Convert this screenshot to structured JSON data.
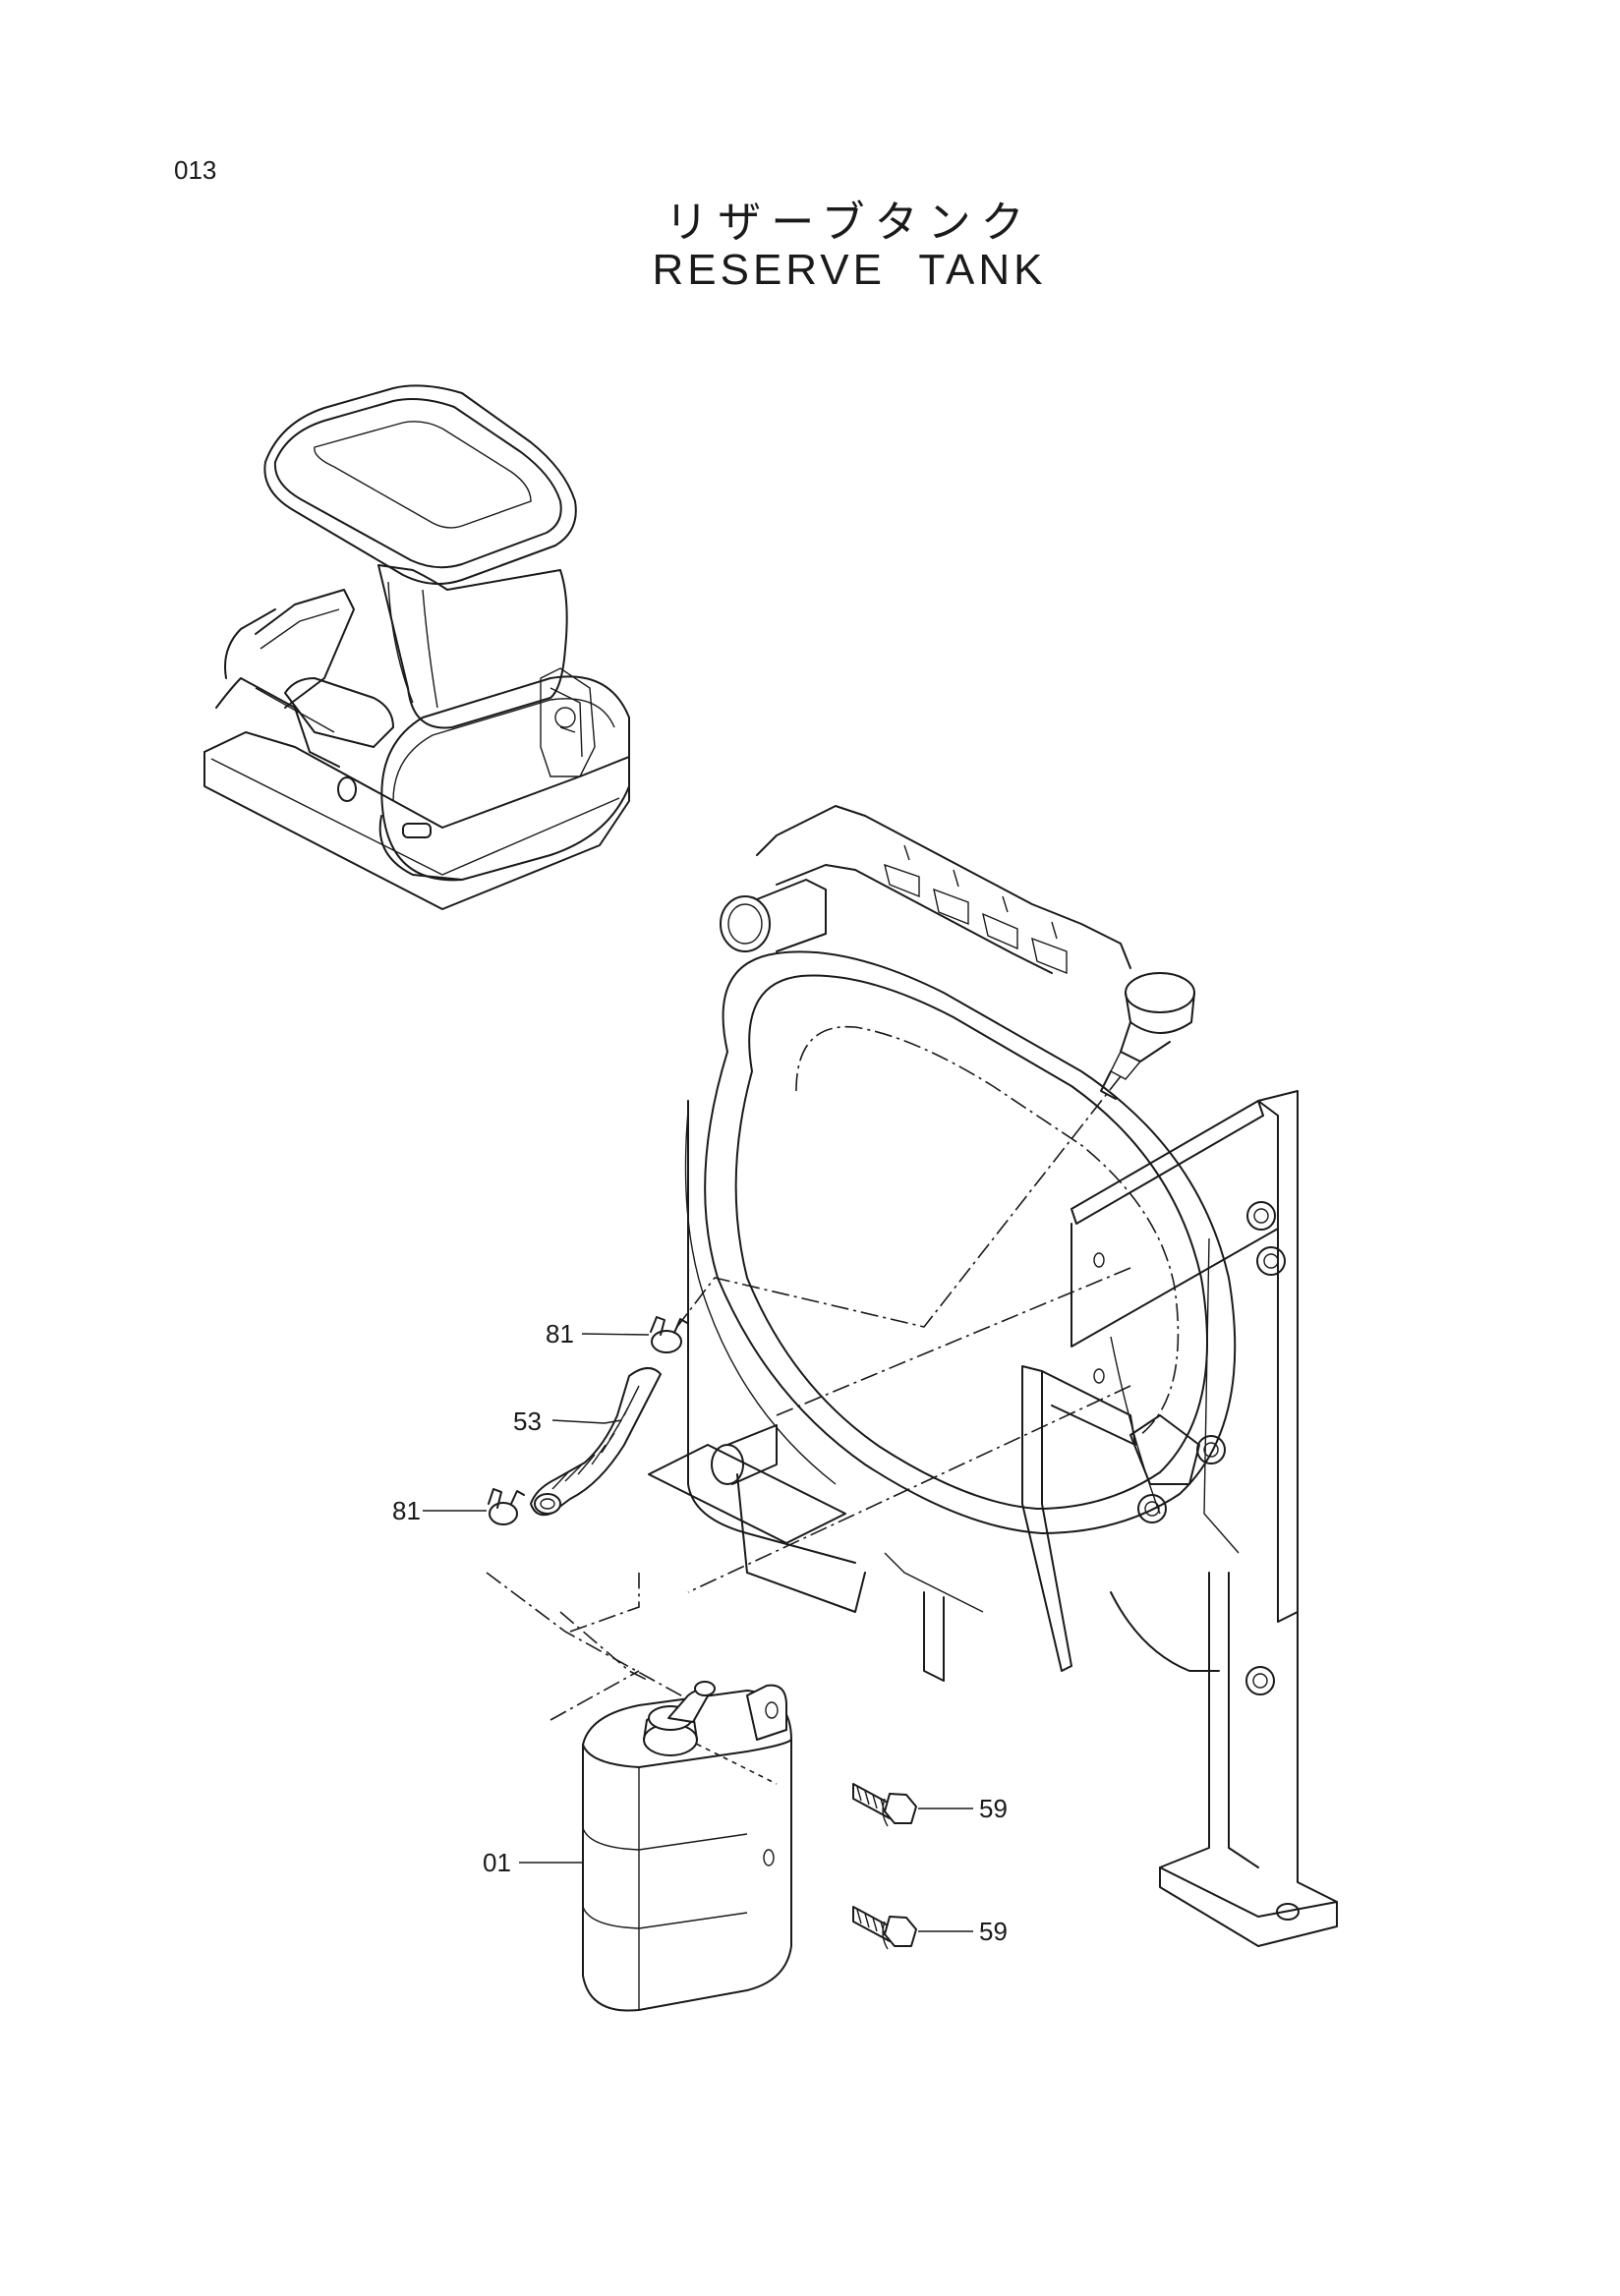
{
  "page": {
    "page_number": "013",
    "title_jp": "リザーブタンク",
    "title_en": "RESERVE TANK"
  },
  "callouts": [
    {
      "id": "clamp-upper",
      "label": "81"
    },
    {
      "id": "hose",
      "label": "53"
    },
    {
      "id": "clamp-lower",
      "label": "81"
    },
    {
      "id": "bolt-upper",
      "label": "59"
    },
    {
      "id": "tank",
      "label": "01"
    },
    {
      "id": "bolt-lower",
      "label": "59"
    }
  ]
}
